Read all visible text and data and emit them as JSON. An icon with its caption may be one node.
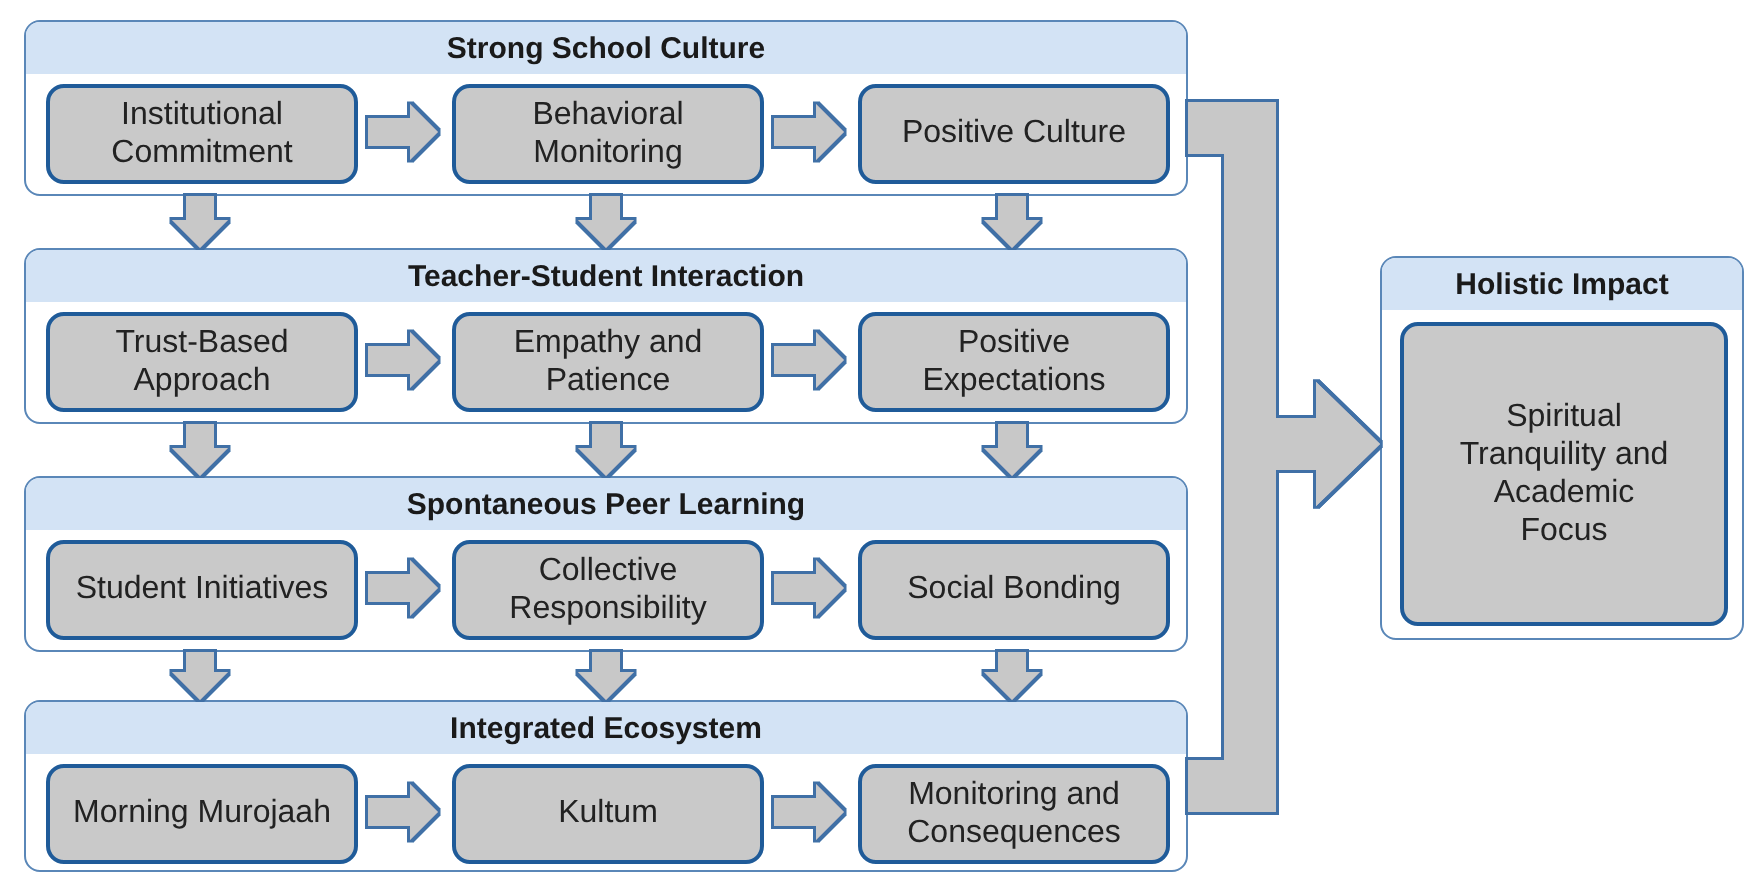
{
  "diagram": {
    "nodes": [
      {
        "text": [
          "Strong School Culture"
        ]
      },
      {
        "text": [
          "Institutional Commitment"
        ],
        "in": 0
      },
      {
        "text": [
          "Behavioral Monitoring"
        ],
        "in": 0
      },
      {
        "text": [
          "Positive Culture"
        ],
        "in": 0
      },
      {
        "text": [
          "Teacher-Student Interaction"
        ]
      },
      {
        "text": [
          "Trust-Based Approach"
        ],
        "in": 4
      },
      {
        "text": [
          "Empathy and Patience"
        ],
        "in": 4
      },
      {
        "text": [
          "Positive Expectations"
        ],
        "in": 4
      },
      {
        "text": [
          "Spontaneous Peer Learning"
        ]
      },
      {
        "text": [
          "Student Initiatives"
        ],
        "in": 8
      },
      {
        "text": [
          "Collective Responsibility"
        ],
        "in": 8
      },
      {
        "text": [
          "Social Bonding"
        ],
        "in": 8
      },
      {
        "text": [
          "Integrated Ecosystem"
        ]
      },
      {
        "text": [
          "Morning Murojaah"
        ],
        "in": 12
      },
      {
        "text": [
          "Kultum"
        ],
        "in": 12
      },
      {
        "text": [
          "Monitoring and Consequences"
        ],
        "in": 12
      },
      {
        "text": [
          "Holistic Impact"
        ]
      },
      {
        "text": [
          "Spiritual Tranquility and Academic Focus"
        ],
        "in": 16
      }
    ],
    "edges": [
      {
        "from": 1,
        "to": 2,
        "arrow": "to"
      },
      {
        "from": 2,
        "to": 3,
        "arrow": "to"
      },
      {
        "from": 0,
        "to": 4,
        "arrow": "to"
      },
      {
        "from": 0,
        "to": 4,
        "arrow": "to"
      },
      {
        "from": 0,
        "to": 4,
        "arrow": "to"
      },
      {
        "from": 5,
        "to": 6,
        "arrow": "to"
      },
      {
        "from": 6,
        "to": 7,
        "arrow": "to"
      },
      {
        "from": 4,
        "to": 8,
        "arrow": "to"
      },
      {
        "from": 4,
        "to": 8,
        "arrow": "to"
      },
      {
        "from": 4,
        "to": 8,
        "arrow": "to"
      },
      {
        "from": 9,
        "to": 10,
        "arrow": "to"
      },
      {
        "from": 10,
        "to": 11,
        "arrow": "to"
      },
      {
        "from": 8,
        "to": 12,
        "arrow": "to"
      },
      {
        "from": 8,
        "to": 12,
        "arrow": "to"
      },
      {
        "from": 8,
        "to": 12,
        "arrow": "to"
      },
      {
        "from": 13,
        "to": 14,
        "arrow": "to"
      },
      {
        "from": 14,
        "to": 15,
        "arrow": "to"
      },
      {
        "from": 0,
        "to": 16,
        "arrow": "to",
        "style": "thick"
      },
      {
        "from": 12,
        "to": 16,
        "arrow": "to",
        "style": "thick"
      }
    ]
  }
}
